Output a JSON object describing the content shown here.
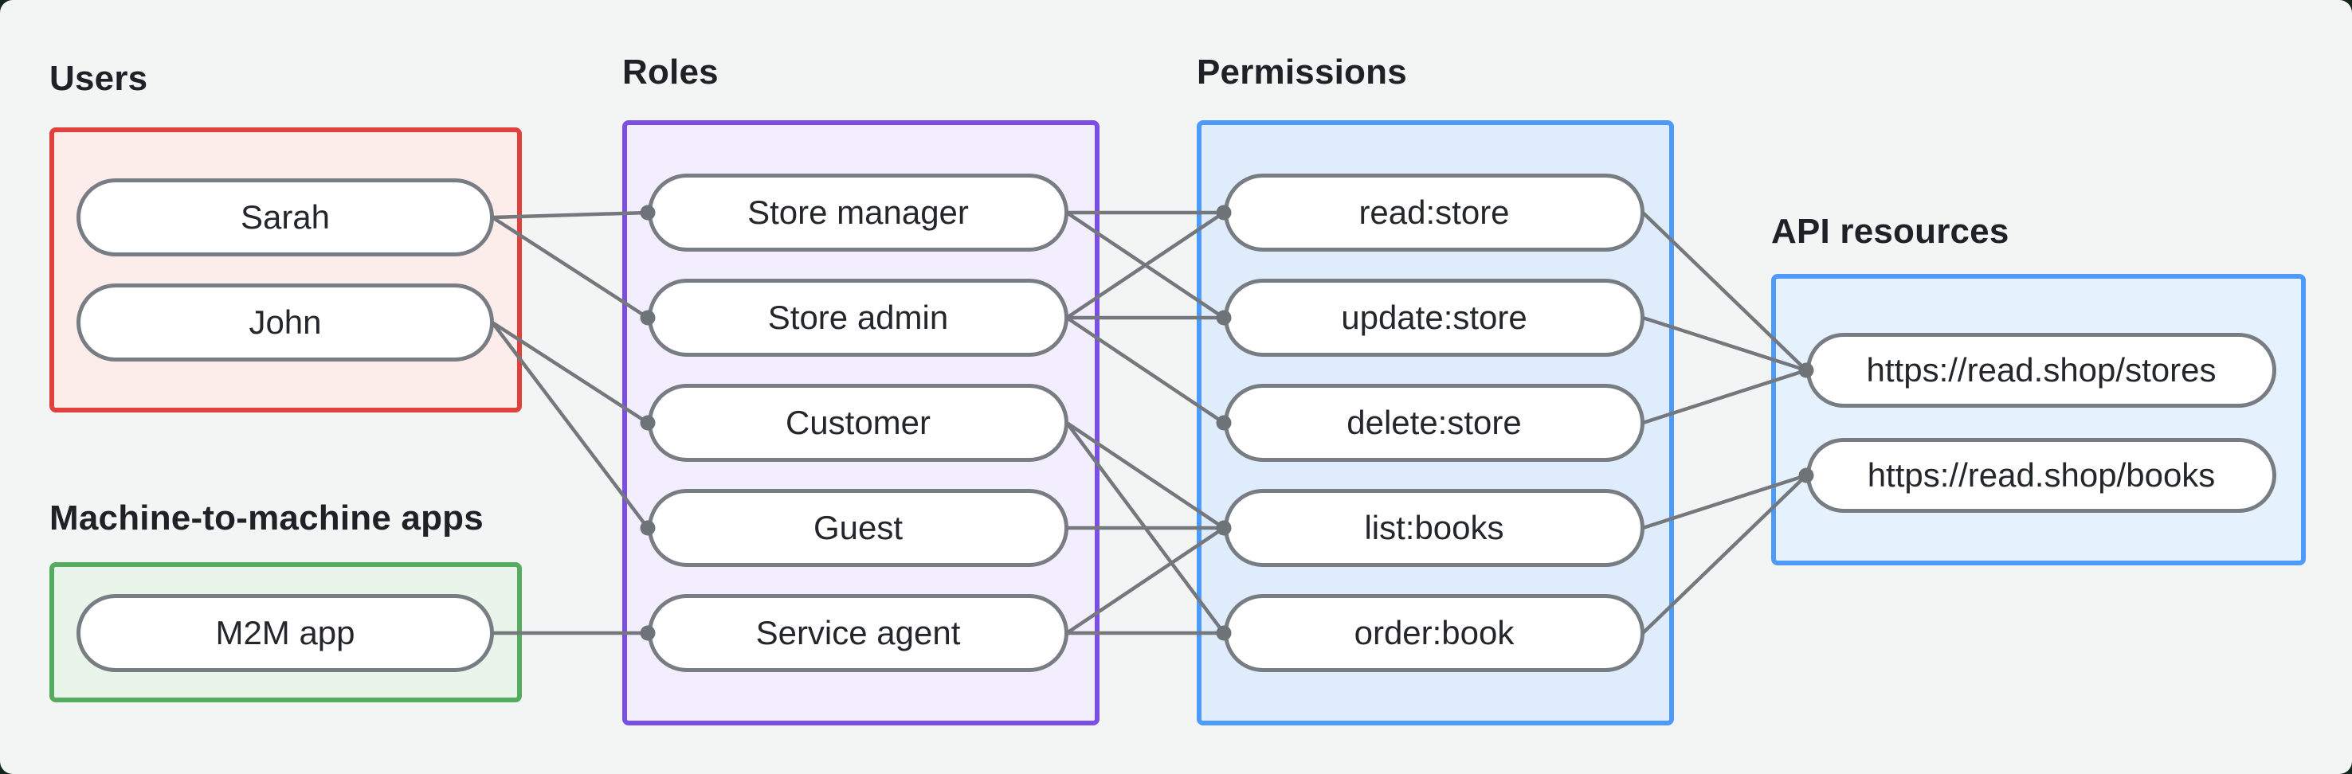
{
  "diagram": {
    "description": "Role-based access control mapping from users and machine-to-machine apps through roles and permissions to API resources"
  },
  "groups": [
    {
      "id": "users",
      "title": "Users",
      "nodes": [
        {
          "id": "sarah",
          "label": "Sarah"
        },
        {
          "id": "john",
          "label": "John"
        }
      ]
    },
    {
      "id": "m2m",
      "title": "Machine-to-machine apps",
      "nodes": [
        {
          "id": "m2m_app",
          "label": "M2M app"
        }
      ]
    },
    {
      "id": "roles",
      "title": "Roles",
      "nodes": [
        {
          "id": "store_manager",
          "label": "Store manager"
        },
        {
          "id": "store_admin",
          "label": "Store admin"
        },
        {
          "id": "customer",
          "label": "Customer"
        },
        {
          "id": "guest",
          "label": "Guest"
        },
        {
          "id": "service_agent",
          "label": "Service agent"
        }
      ]
    },
    {
      "id": "permissions",
      "title": "Permissions",
      "nodes": [
        {
          "id": "read_store",
          "label": "read:store"
        },
        {
          "id": "update_store",
          "label": "update:store"
        },
        {
          "id": "delete_store",
          "label": "delete:store"
        },
        {
          "id": "list_books",
          "label": "list:books"
        },
        {
          "id": "order_book",
          "label": "order:book"
        }
      ]
    },
    {
      "id": "api",
      "title": "API resources",
      "nodes": [
        {
          "id": "stores_api",
          "label": "https://read.shop/stores"
        },
        {
          "id": "books_api",
          "label": "https://read.shop/books"
        }
      ]
    }
  ],
  "edges": [
    {
      "from": "sarah",
      "to": "store_manager"
    },
    {
      "from": "sarah",
      "to": "store_admin"
    },
    {
      "from": "john",
      "to": "customer"
    },
    {
      "from": "john",
      "to": "guest"
    },
    {
      "from": "m2m_app",
      "to": "service_agent"
    },
    {
      "from": "store_manager",
      "to": "read_store"
    },
    {
      "from": "store_manager",
      "to": "update_store"
    },
    {
      "from": "store_admin",
      "to": "read_store"
    },
    {
      "from": "store_admin",
      "to": "update_store"
    },
    {
      "from": "store_admin",
      "to": "delete_store"
    },
    {
      "from": "customer",
      "to": "list_books"
    },
    {
      "from": "customer",
      "to": "order_book"
    },
    {
      "from": "guest",
      "to": "list_books"
    },
    {
      "from": "service_agent",
      "to": "list_books"
    },
    {
      "from": "service_agent",
      "to": "order_book"
    },
    {
      "from": "read_store",
      "to": "stores_api"
    },
    {
      "from": "update_store",
      "to": "stores_api"
    },
    {
      "from": "delete_store",
      "to": "stores_api"
    },
    {
      "from": "list_books",
      "to": "books_api"
    },
    {
      "from": "order_book",
      "to": "books_api"
    }
  ],
  "palette": {
    "page_background": "#f3f5f4",
    "corner_backdrop": "#12261c",
    "users_border": "#e0413c",
    "users_fill": "#fcedeb",
    "m2m_border": "#55ab5e",
    "m2m_fill": "#e9f5ea",
    "roles_border": "#7b4ee4",
    "roles_fill": "#f3eefe",
    "permissions_border": "#4d9af8",
    "permissions_fill": "#deecfb",
    "api_border": "#4d9af8",
    "api_fill": "#e5f1fd",
    "node_border": "#787d83",
    "node_fill": "#ffffff",
    "edge_color": "#74787d",
    "text_color": "#1e2226"
  }
}
